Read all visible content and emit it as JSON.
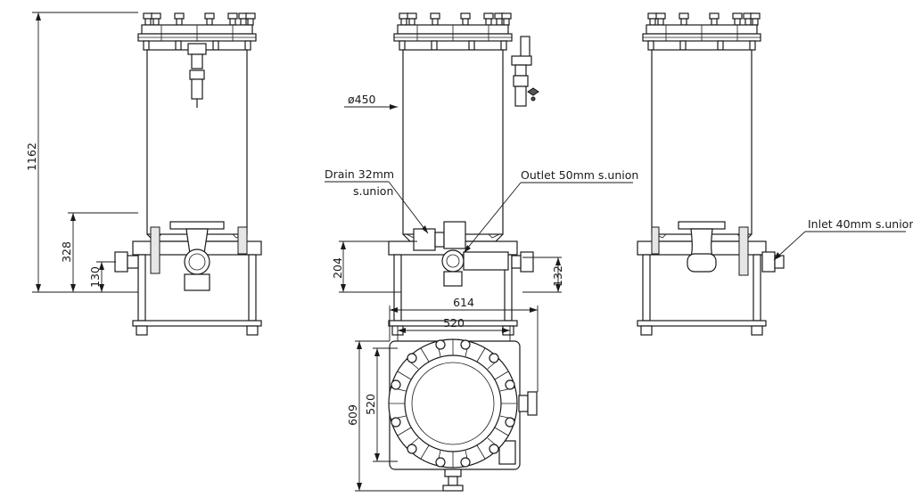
{
  "dimensions": {
    "overall_height": "1162",
    "base_height_328": "328",
    "side_port_height_130": "130",
    "outlet_height_204": "204",
    "inlet_height_132": "132",
    "diameter": "ø450",
    "top_width_614": "614",
    "top_width_520": "520",
    "top_depth_520": "520",
    "top_depth_609": "609"
  },
  "callouts": {
    "drain_line1": "Drain  32mm",
    "drain_line2": "s.union",
    "outlet": "Outlet  50mm  s.union",
    "inlet": "Inlet  40mm  s.union"
  }
}
